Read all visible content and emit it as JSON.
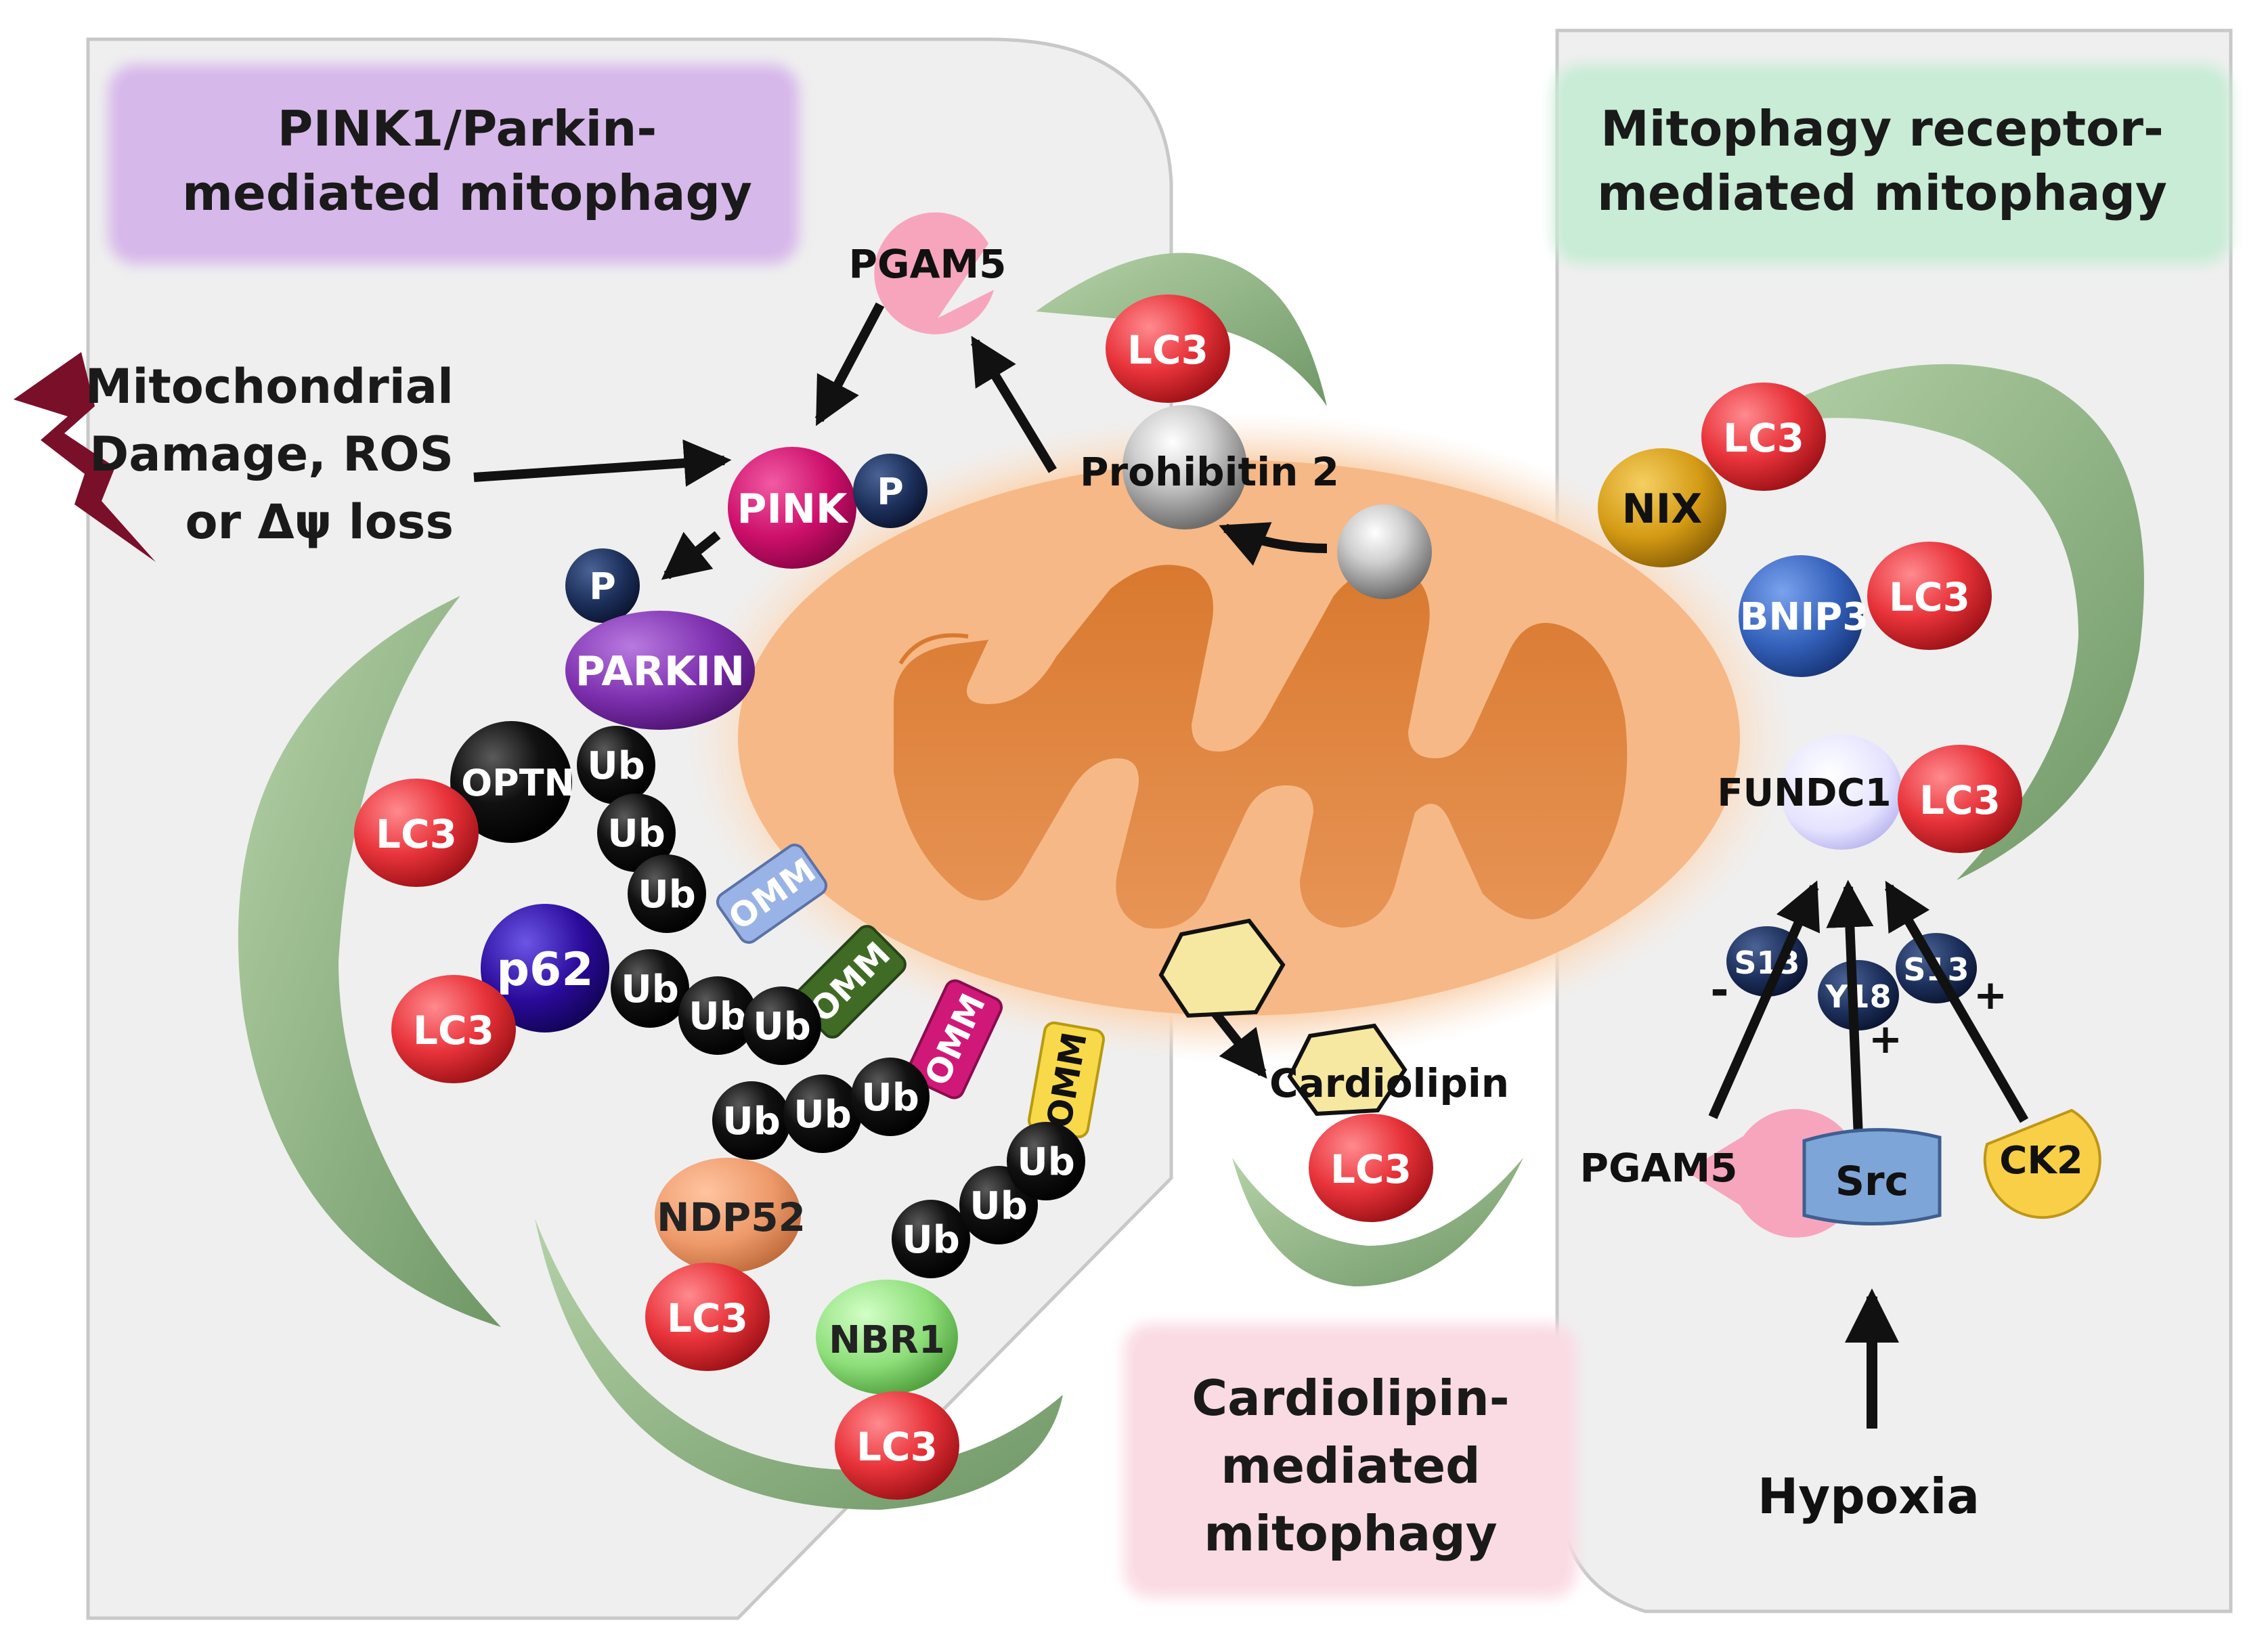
{
  "panels": {
    "left_title_1": "PINK1/Parkin-",
    "left_title_2": "mediated mitophagy",
    "right_title_1": "Mitophagy receptor-",
    "right_title_2": "mediated mitophagy",
    "bottom_title_1": "Cardiolipin-",
    "bottom_title_2": "mediated",
    "bottom_title_3": "mitophagy"
  },
  "trigger": {
    "line1": "Mitochondrial",
    "line2": "Damage, ROS",
    "line3": "or Δψ loss"
  },
  "labels": {
    "pgam5": "PGAM5",
    "pink": "PINK",
    "p": "P",
    "parkin": "PARKIN",
    "optn": "OPTN",
    "p62": "p62",
    "ndp52": "NDP52",
    "nbr1": "NBR1",
    "lc3": "LC3",
    "ub": "Ub",
    "omm": "OMM",
    "prohibitin": "Prohibitin 2",
    "cardiolipin": "Cardiolipin",
    "nix": "NIX",
    "bnip3": "BNIP3",
    "fundc1": "FUNDC1",
    "s13": "S13",
    "y18": "Y18",
    "minus": "-",
    "plus": "+",
    "src": "Src",
    "ck2": "CK2",
    "hypoxia": "Hypoxia"
  },
  "colors": {
    "panel_bg": "#efefef",
    "panel_border": "#c8c8c8",
    "left_title_bg": "#d7b8ea",
    "right_title_bg": "#c8ecd5",
    "bottom_title_bg": "#fadbe4",
    "lc3": "#e8333a",
    "pink": "#cc0f6a",
    "parkin": "#7d2fae",
    "phospho": "#1c2f5a",
    "ub": "#0a0a0a",
    "p62": "#2a0a9a",
    "ndp52": "#ee9a6a",
    "nbr1": "#8ede7a",
    "nix": "#d49a14",
    "bnip3": "#3461ba",
    "fundc1": "#e4e2ff",
    "pgam5": "#f7a5bc",
    "src": "#7ea5d8",
    "ck2": "#f8cf46",
    "phagophore": "#8fb585",
    "mito_outer": "#f0a46a",
    "mito_inner": "#dc7f3e",
    "damage": "#7a0f2a"
  }
}
